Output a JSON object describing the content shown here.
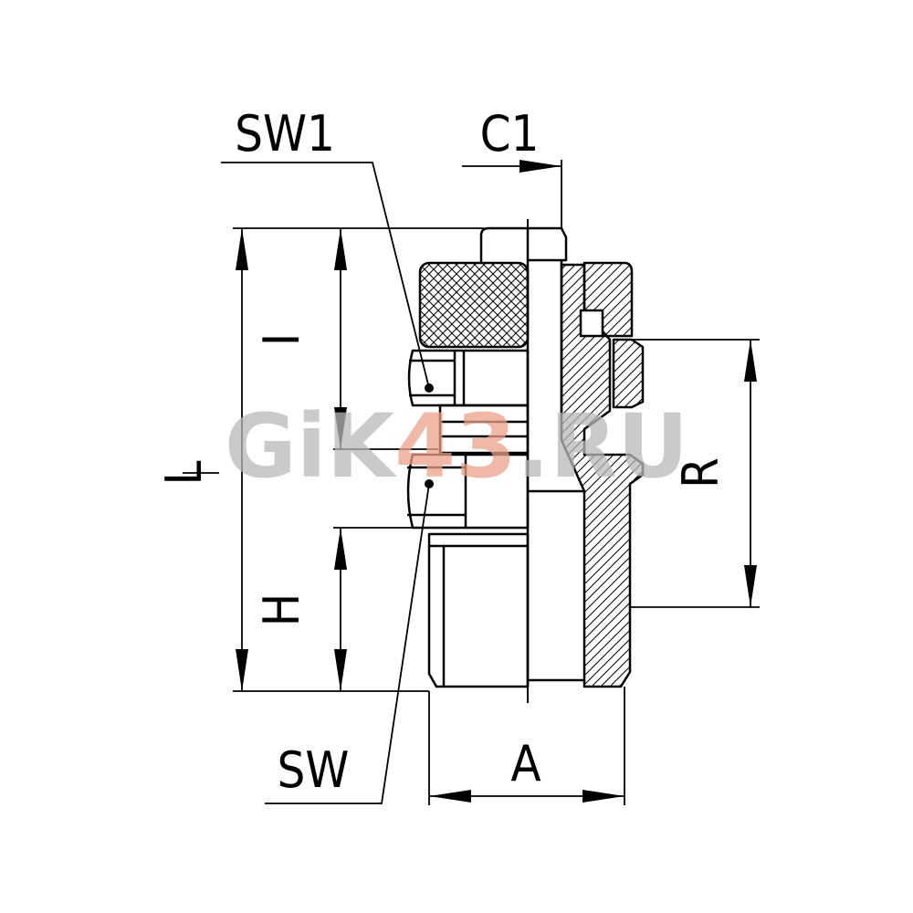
{
  "labels": {
    "sw1": "SW1",
    "c1": "C1",
    "l": "L",
    "i": "I",
    "h": "H",
    "r": "R",
    "sw": "SW",
    "a": "A"
  },
  "watermark": {
    "part1": "GiK",
    "part2": "43",
    "part3": ".RU"
  },
  "colors": {
    "line": "#000000",
    "watermark_gray": "#b8b8b8",
    "watermark_red": "#e9a08a"
  }
}
